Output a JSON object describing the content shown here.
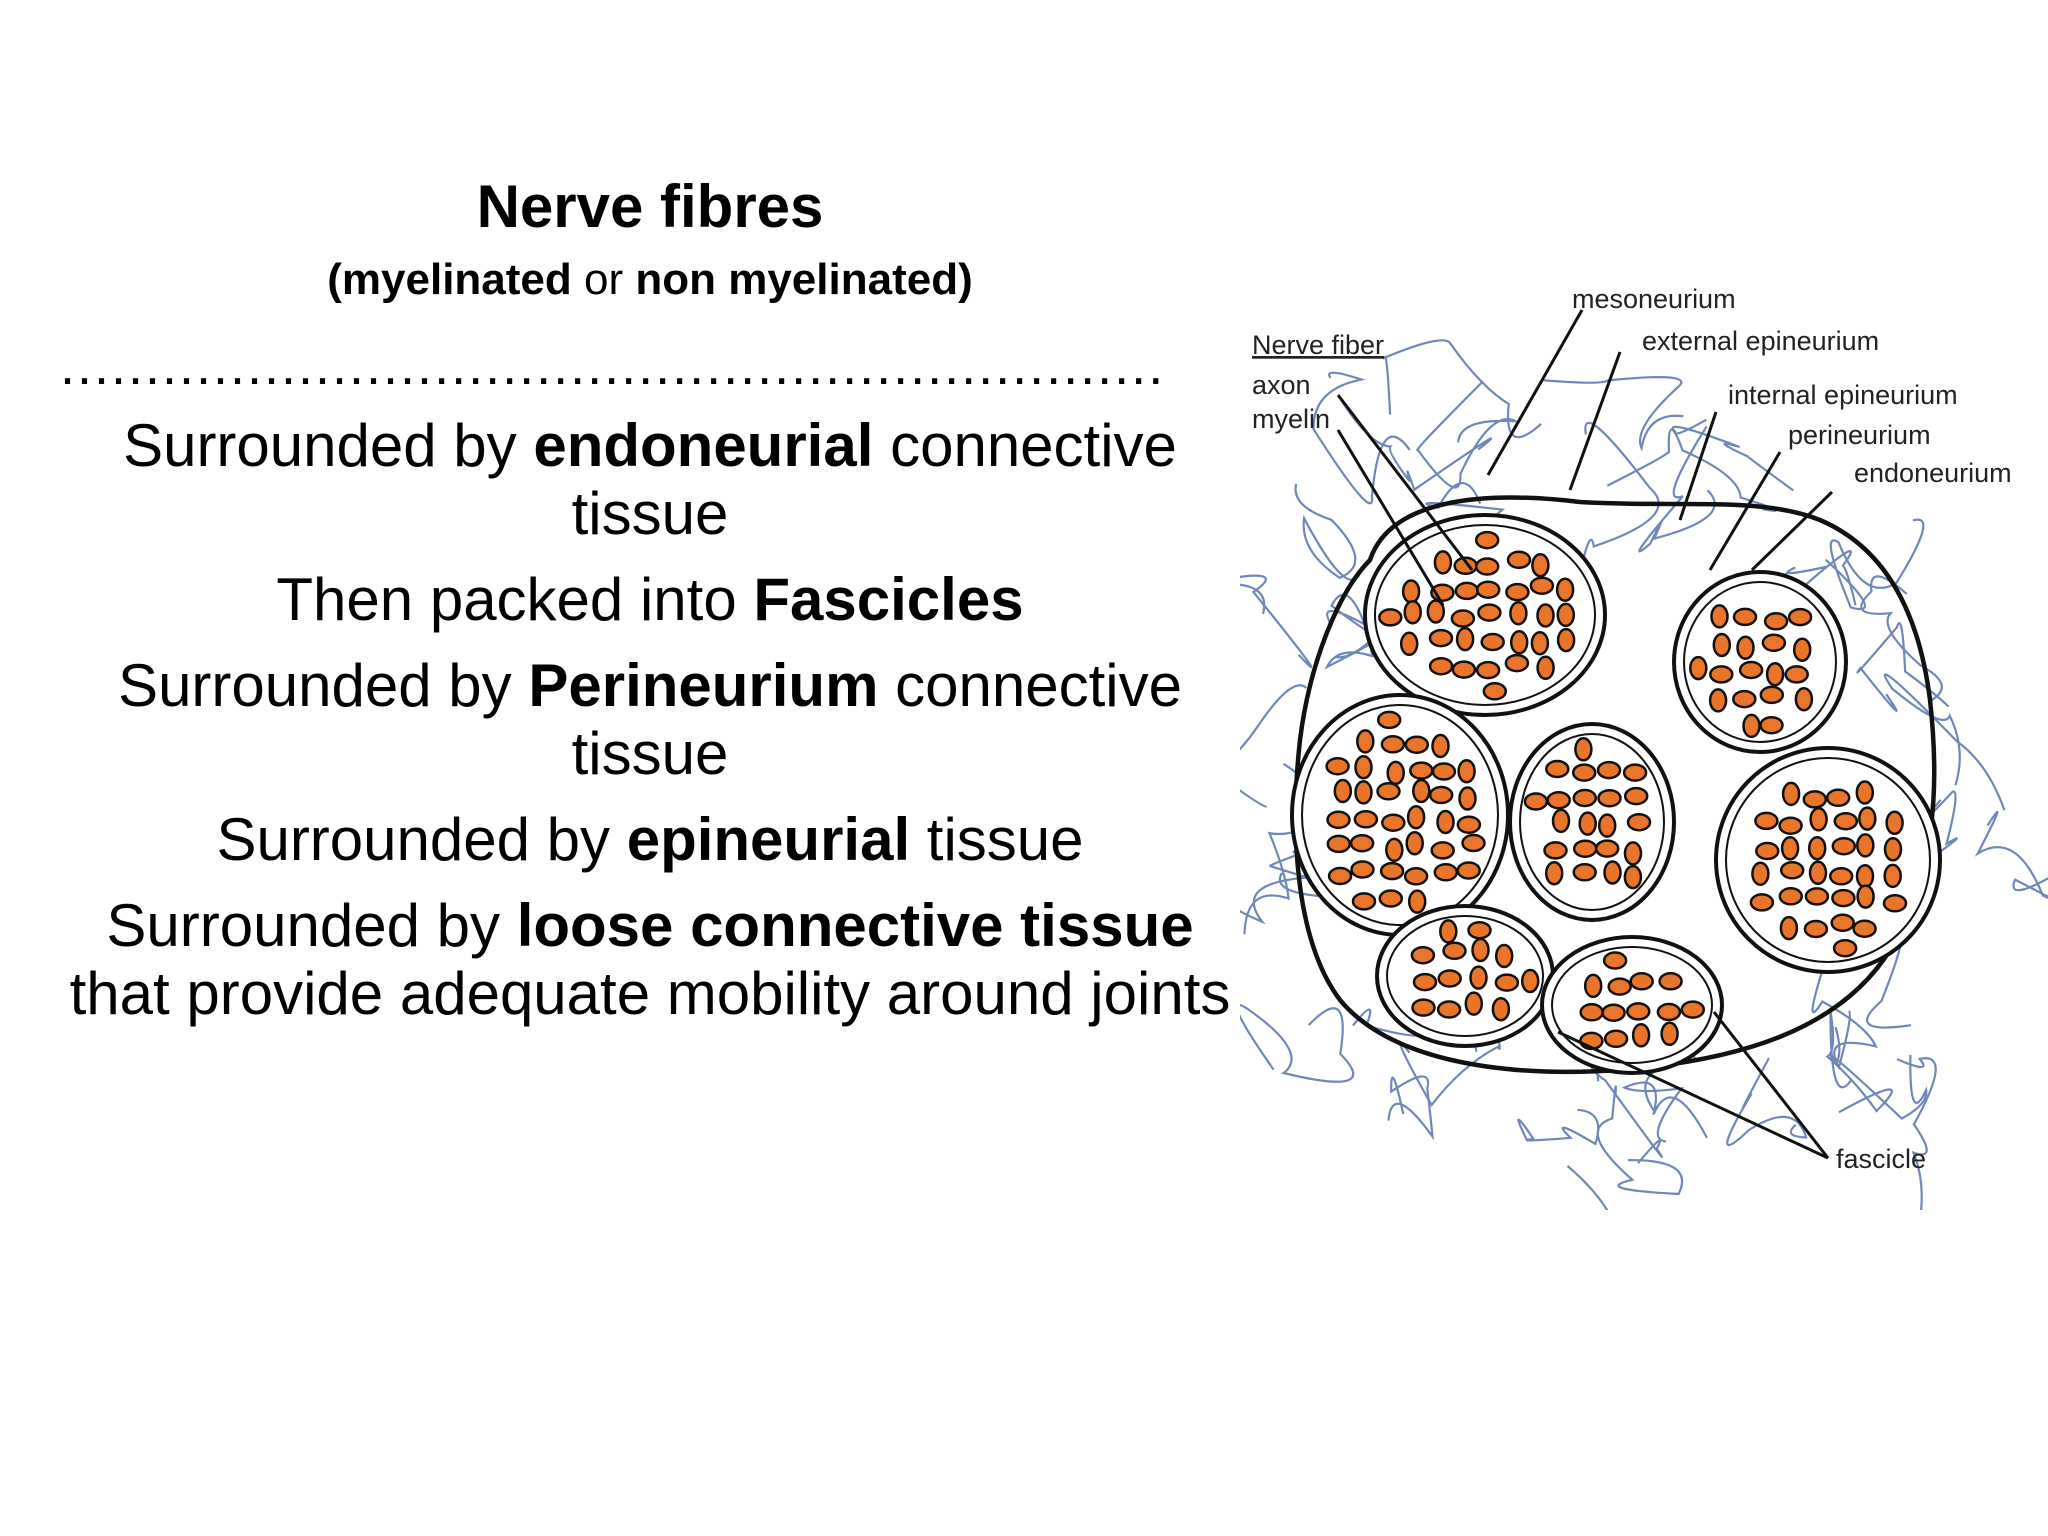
{
  "slide": {
    "title": "Nerve fibres",
    "subtitle": {
      "open": "(",
      "part1": "myelinated",
      "mid": " or ",
      "part2": "non myelinated",
      "close": ")"
    },
    "dots": ".................................................................",
    "lines": [
      {
        "pre": "Surrounded by ",
        "bold": "endoneurial",
        "post": " connective tissue"
      },
      {
        "pre": "Then packed into ",
        "bold": "Fascicles",
        "post": ""
      },
      {
        "pre": "Surrounded by ",
        "bold": "Perineurium",
        "post": " connective tissue"
      },
      {
        "pre": "Surrounded by ",
        "bold": "epineurial",
        "post": " tissue"
      },
      {
        "pre": "Surrounded by ",
        "bold": "loose connective tissue",
        "post": " that provide adequate mobility around joints"
      }
    ]
  },
  "diagram": {
    "labels": {
      "nerve_fiber": "Nerve fiber",
      "axon": "axon",
      "myelin": "myelin",
      "mesoneurium": "mesoneurium",
      "external_epineurium": "external epineurium",
      "internal_epineurium": "internal epineurium",
      "perineurium": "perineurium",
      "endoneurium": "endoneurium",
      "fascicle": "fascicle"
    },
    "colors": {
      "axon_fill": "#e8752a",
      "axon_stroke": "#111111",
      "loose_tissue": "#6f88b8",
      "outline": "#111111"
    }
  }
}
